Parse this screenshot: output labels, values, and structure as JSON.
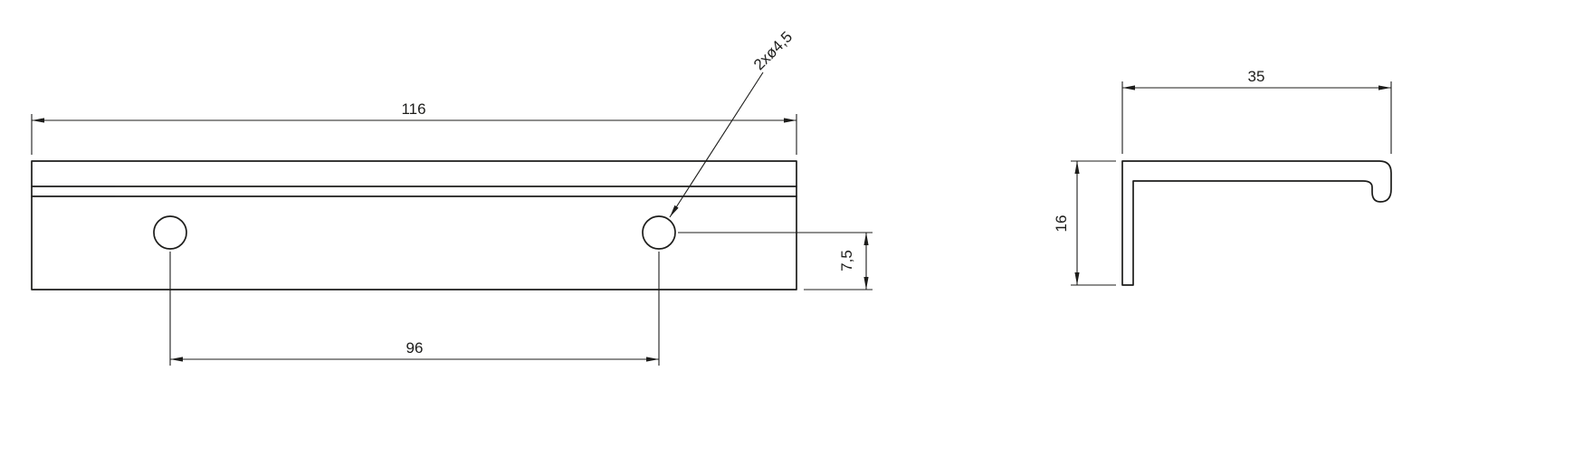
{
  "front_view": {
    "overall_width": "116",
    "hole_spacing": "96",
    "hole_offset": "7,5",
    "hole_callout": "2xø4,5"
  },
  "side_view": {
    "depth": "35",
    "height": "16"
  },
  "colors": {
    "line": "#1d1d1b",
    "background": "#ffffff"
  }
}
